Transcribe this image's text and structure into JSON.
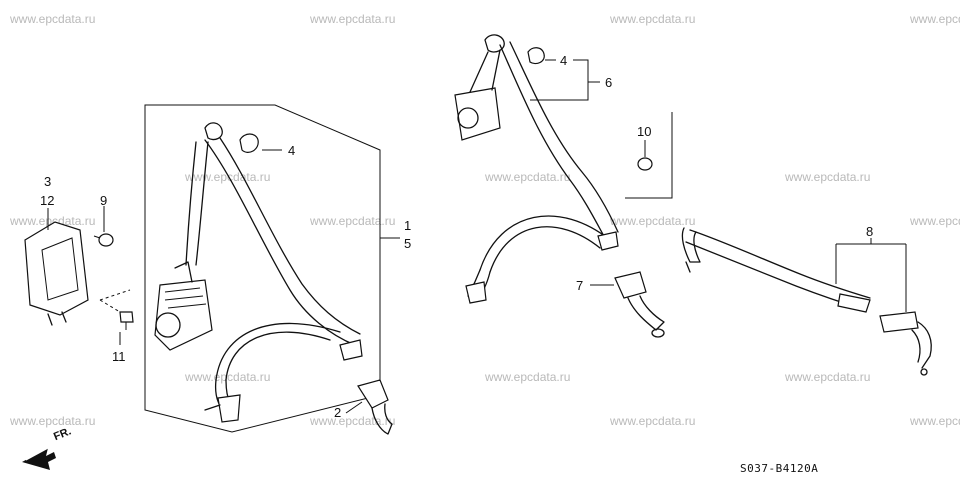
{
  "watermark_text": "www.epcdata.ru",
  "callouts": {
    "c1": "1",
    "c2": "2",
    "c3": "3",
    "c4a": "4",
    "c4b": "4",
    "c5": "5",
    "c6": "6",
    "c7": "7",
    "c8": "8",
    "c9": "9",
    "c10": "10",
    "c11": "11",
    "c12": "12"
  },
  "front_label": "FR.",
  "diagram_code": "S0З7-В4120А"
}
